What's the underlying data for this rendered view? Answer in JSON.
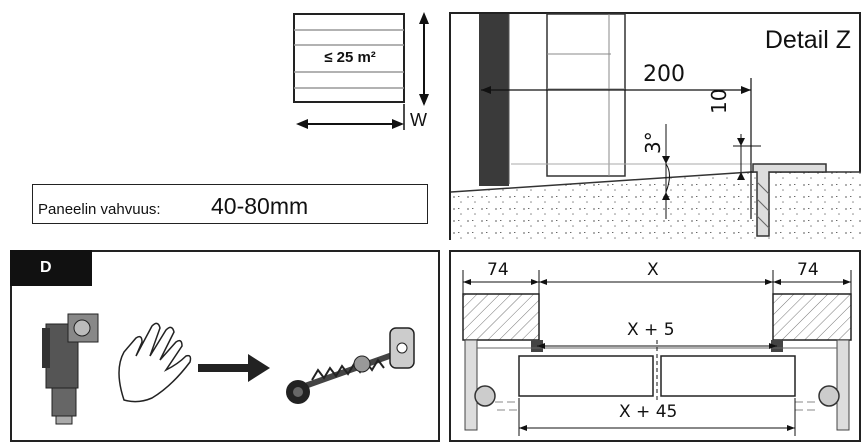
{
  "door": {
    "area_label": "≤ 25 m²",
    "width_label": "W"
  },
  "panel": {
    "prefix": "Paneelin vahvuus: ",
    "value": "40-80mm"
  },
  "detail_z": {
    "title": "Detail Z",
    "dim_200": "200",
    "dim_10": "10",
    "angle": "3°"
  },
  "section_d": {
    "badge": "D"
  },
  "rail": {
    "left_offset": "74",
    "span": "X",
    "right_offset": "74",
    "inner": "X + 5",
    "outer": "X + 45"
  }
}
